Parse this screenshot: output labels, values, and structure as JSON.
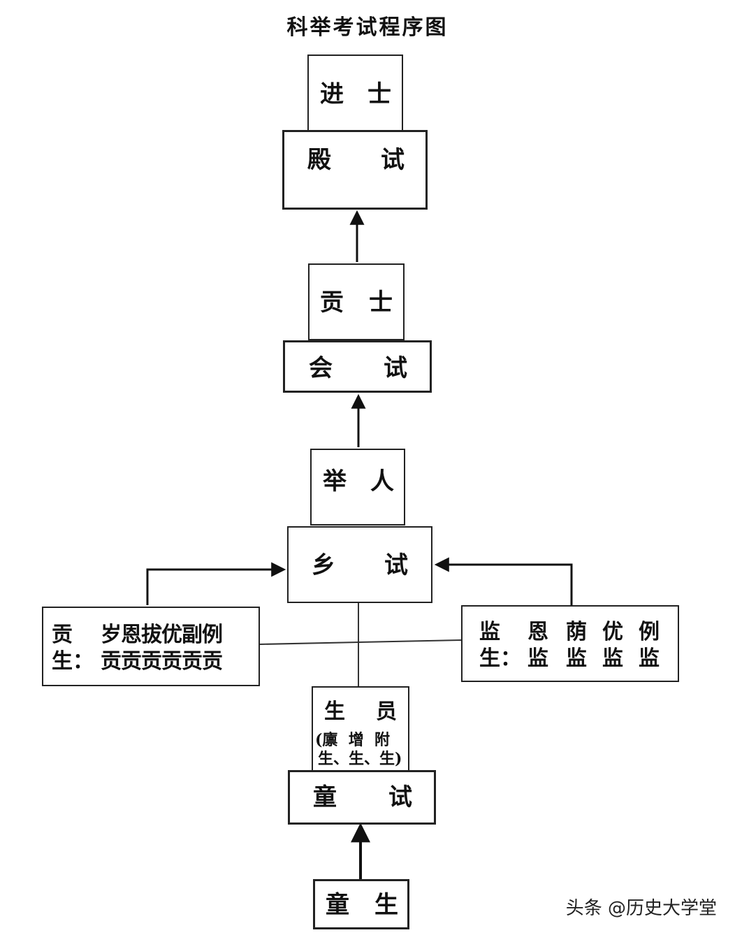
{
  "title": "科举考试程序图",
  "nodes": {
    "jinshi": [
      "进",
      "士"
    ],
    "dianshi": [
      "殿",
      "试"
    ],
    "gongshi": [
      "贡",
      "士"
    ],
    "huishi": [
      "会",
      "试"
    ],
    "juren": [
      "举",
      "人"
    ],
    "xiangshi": [
      "乡",
      "试"
    ],
    "gongsheng": {
      "row1_head": "贡",
      "row1_items": "岁恩拔优副例",
      "row2_head": "生：",
      "row2_items": "贡贡贡贡贡贡"
    },
    "jiansheng": {
      "row1": [
        "监",
        "恩",
        "荫",
        "优",
        "例"
      ],
      "row2": [
        "生：",
        "监",
        "监",
        "监",
        "监"
      ]
    },
    "shengyuan": {
      "label": [
        "生",
        "员"
      ],
      "sub_row1": "(廪  增  附",
      "sub_row2": "生、生、生)"
    },
    "tongshi": [
      "童",
      "试"
    ],
    "tongsheng": [
      "童",
      "生"
    ]
  },
  "watermark": "头条 @历史大学堂"
}
